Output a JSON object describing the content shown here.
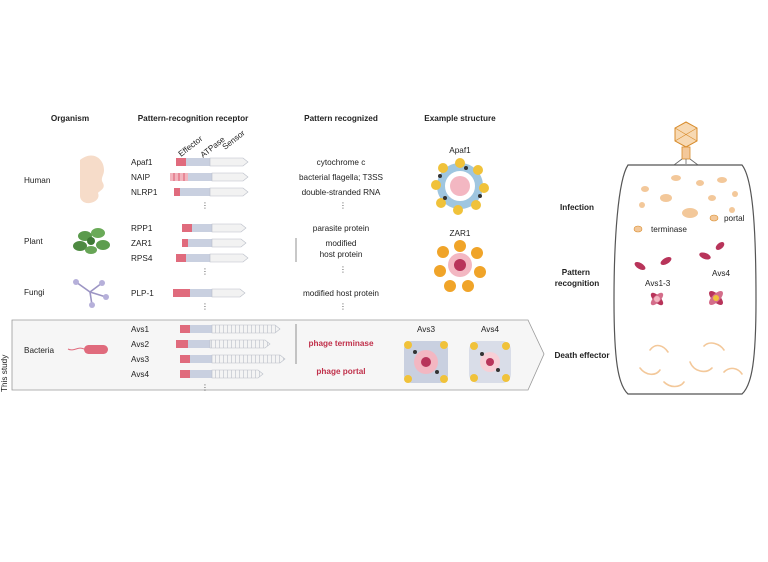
{
  "headers": {
    "organism": "Organism",
    "receptor": "Pattern-recognition receptor",
    "pattern": "Pattern recognized",
    "structure": "Example structure"
  },
  "domain_labels": {
    "effector": "Effector",
    "atpase": "ATPase",
    "sensor": "Sensor"
  },
  "side_label": "This study",
  "ellipsis": "⋮",
  "groups": [
    {
      "organism": "Human",
      "receptors": [
        "Apaf1",
        "NAIP",
        "NLRP1"
      ],
      "patterns": [
        "cytochrome c",
        "bacterial flagella; T3SS",
        "double-stranded RNA"
      ],
      "structure": "Apaf1"
    },
    {
      "organism": "Plant",
      "receptors": [
        "RPP1",
        "ZAR1",
        "RPS4"
      ],
      "patterns": [
        "parasite protein",
        "modified",
        "host protein"
      ],
      "structure": "ZAR1"
    },
    {
      "organism": "Fungi",
      "receptors": [
        "PLP-1"
      ],
      "patterns": [
        "modified host protein"
      ]
    },
    {
      "organism": "Bacteria",
      "receptors": [
        "Avs1",
        "Avs2",
        "Avs3",
        "Avs4"
      ],
      "patterns": [
        "phage terminase",
        "phage portal"
      ],
      "structures": [
        "Avs3",
        "Avs4"
      ]
    }
  ],
  "cell": {
    "stages": [
      "Infection",
      "Pattern recognition",
      "Death effector"
    ],
    "labels": {
      "terminase": "terminase",
      "portal": "portal",
      "avs13": "Avs1-3",
      "avs4": "Avs4"
    }
  },
  "colors": {
    "effector": "#e06b7d",
    "atpase": "#c9d0e0",
    "sensor": "#f2f2f2",
    "phage_text": "#c0304a",
    "portal_fill": "#f3c89a",
    "avs_protein": "#b8345a"
  }
}
